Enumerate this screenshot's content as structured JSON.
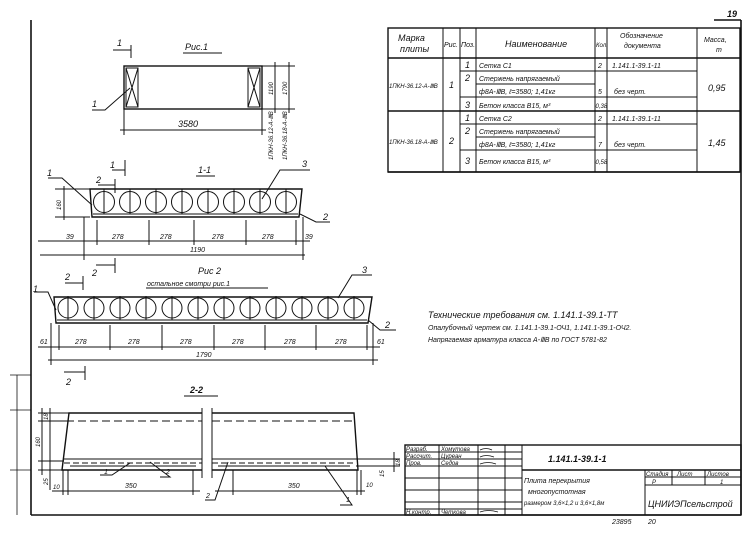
{
  "sheet": {
    "number": "19",
    "footer_inv": "23895",
    "footer_format": "20"
  },
  "spec_table": {
    "headers": {
      "mark": "Марка плиты",
      "mark_l1": "Марка",
      "mark_l2": "плиты",
      "fig": "Рис.",
      "pos": "Поз.",
      "name": "Наименование",
      "qty": "Кол.",
      "doc_l1": "Обозначение",
      "doc_l2": "документа",
      "mass_l1": "Масса,",
      "mass_l2": "т"
    },
    "groups": [
      {
        "mark": "1ПКН-36.12-А-ⅢВ",
        "fig": "1",
        "mass": "0,95",
        "rows": [
          {
            "pos": "1",
            "name": "Сетка С1",
            "qty": "2",
            "doc": "1.141.1-39.1-11"
          },
          {
            "pos": "2",
            "name": "Стержень напрягаемый",
            "qty": "",
            "doc": ""
          },
          {
            "pos": "",
            "name": "ф8А-ⅢВ, ℓ=3580; 1,41кг",
            "qty": "5",
            "doc": "без черт."
          },
          {
            "pos": "3",
            "name": "Бетон класса В15, м³",
            "qty": "0,38",
            "doc": ""
          }
        ]
      },
      {
        "mark": "1ПКН-36.18-А-ⅢВ",
        "fig": "2",
        "mass": "1,45",
        "rows": [
          {
            "pos": "1",
            "name": "Сетка С2",
            "qty": "2",
            "doc": "1.141.1-39.1-11"
          },
          {
            "pos": "2",
            "name": "Стержень напрягаемый",
            "qty": "",
            "doc": ""
          },
          {
            "pos": "",
            "name": "ф8А-ⅢВ, ℓ=3580; 1,41кг",
            "qty": "7",
            "doc": "без черт."
          },
          {
            "pos": "3",
            "name": "Бетон класса В15, м³",
            "qty": "0,58",
            "doc": ""
          }
        ]
      }
    ]
  },
  "fig1": {
    "title": "Рис.1",
    "section_mark": "1",
    "leader_1": "1",
    "dim_length": "3580",
    "dim_w1": "1190",
    "dim_w2": "1790",
    "mark_1": "1ПКН-36.12-А-ⅢВ",
    "mark_2": "1ПКН-36.18-А-ⅢВ"
  },
  "section11": {
    "title": "1-1",
    "mark_1": "1",
    "mark_2": "2",
    "leader_1": "1",
    "leader_2": "2",
    "leader_3": "3",
    "dim_h": "160",
    "dim_edge": "39",
    "dim_pitch": "278",
    "dim_total": "1190"
  },
  "fig2": {
    "title": "Рис 2",
    "subtitle": "остальное смотри рис.1",
    "mark_2": "2",
    "leader_1": "1",
    "leader_2": "2",
    "leader_3": "3",
    "dim_edge": "61",
    "dim_pitch": "278",
    "dim_total": "1790"
  },
  "section22": {
    "title": "2-2",
    "dim_top": "18",
    "dim_h": "160",
    "dim_bot": "25",
    "dim_edge": "10",
    "dim_len": "350",
    "dim_r1": "18",
    "dim_r2": "15",
    "leader_1": "1",
    "leader_2": "2"
  },
  "notes": [
    "Технические требования см. 1.141.1-39.1-ТТ",
    "Опалубочный чертеж см. 1.141.1-39.1-ОЧ1, 1.141.1-39.1-ОЧ2.",
    "Напрягаемая арматура класса А-ⅢВ по ГОСТ 5781-82"
  ],
  "title_block": {
    "code": "1.141.1-39.1-1",
    "roles": [
      {
        "role": "Разраб.",
        "name": "Хомутова"
      },
      {
        "role": "Рассчит.",
        "name": "Цуреан"
      },
      {
        "role": "Пров.",
        "name": "Седов"
      },
      {
        "role": "Н.контр.",
        "name": "Четкова"
      }
    ],
    "title_l1": "Плита перекрытия",
    "title_l2": "многопустотная",
    "title_l3": "размером 3,6×1,2 и 3,6×1,8м",
    "stage_h": "Стадия",
    "sheet_h": "Лист",
    "sheets_h": "Листов",
    "stage": "Р",
    "sheets": "1",
    "org": "ЦНИИЭПсельстрой"
  }
}
